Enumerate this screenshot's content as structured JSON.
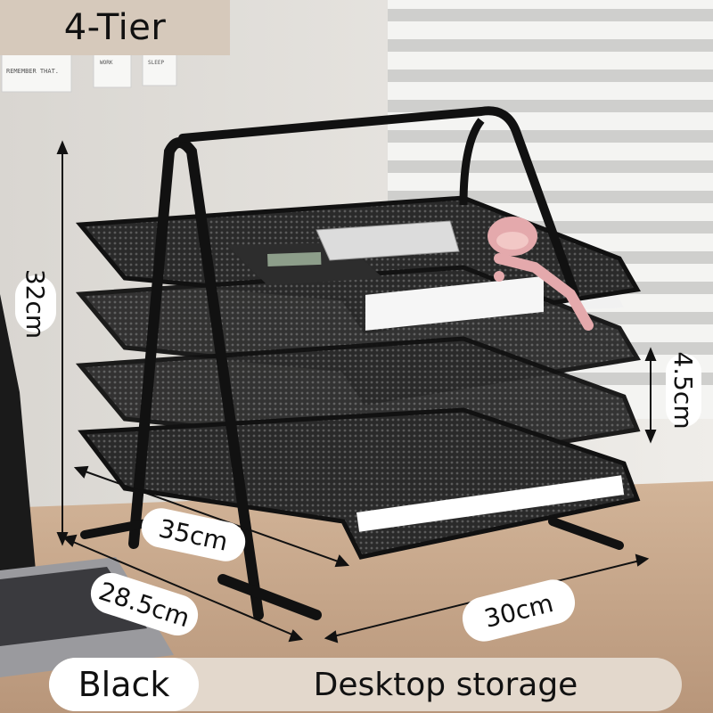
{
  "badge": {
    "text": "4-Tier"
  },
  "notes": [
    "REMEMBER THAT.",
    "WORK",
    "SLEEP"
  ],
  "dimensions": {
    "height": "32cm",
    "tier_gap": "4.5cm",
    "diagonal": "35cm",
    "depth": "28.5cm",
    "width": "30cm"
  },
  "footer": {
    "color_option": "Black",
    "caption": "Desktop storage"
  },
  "colors": {
    "badge_bg": "#d6c9bb",
    "footer_bg": "#e3d8cc",
    "frame": "#111111",
    "desk": "#c8a888"
  }
}
